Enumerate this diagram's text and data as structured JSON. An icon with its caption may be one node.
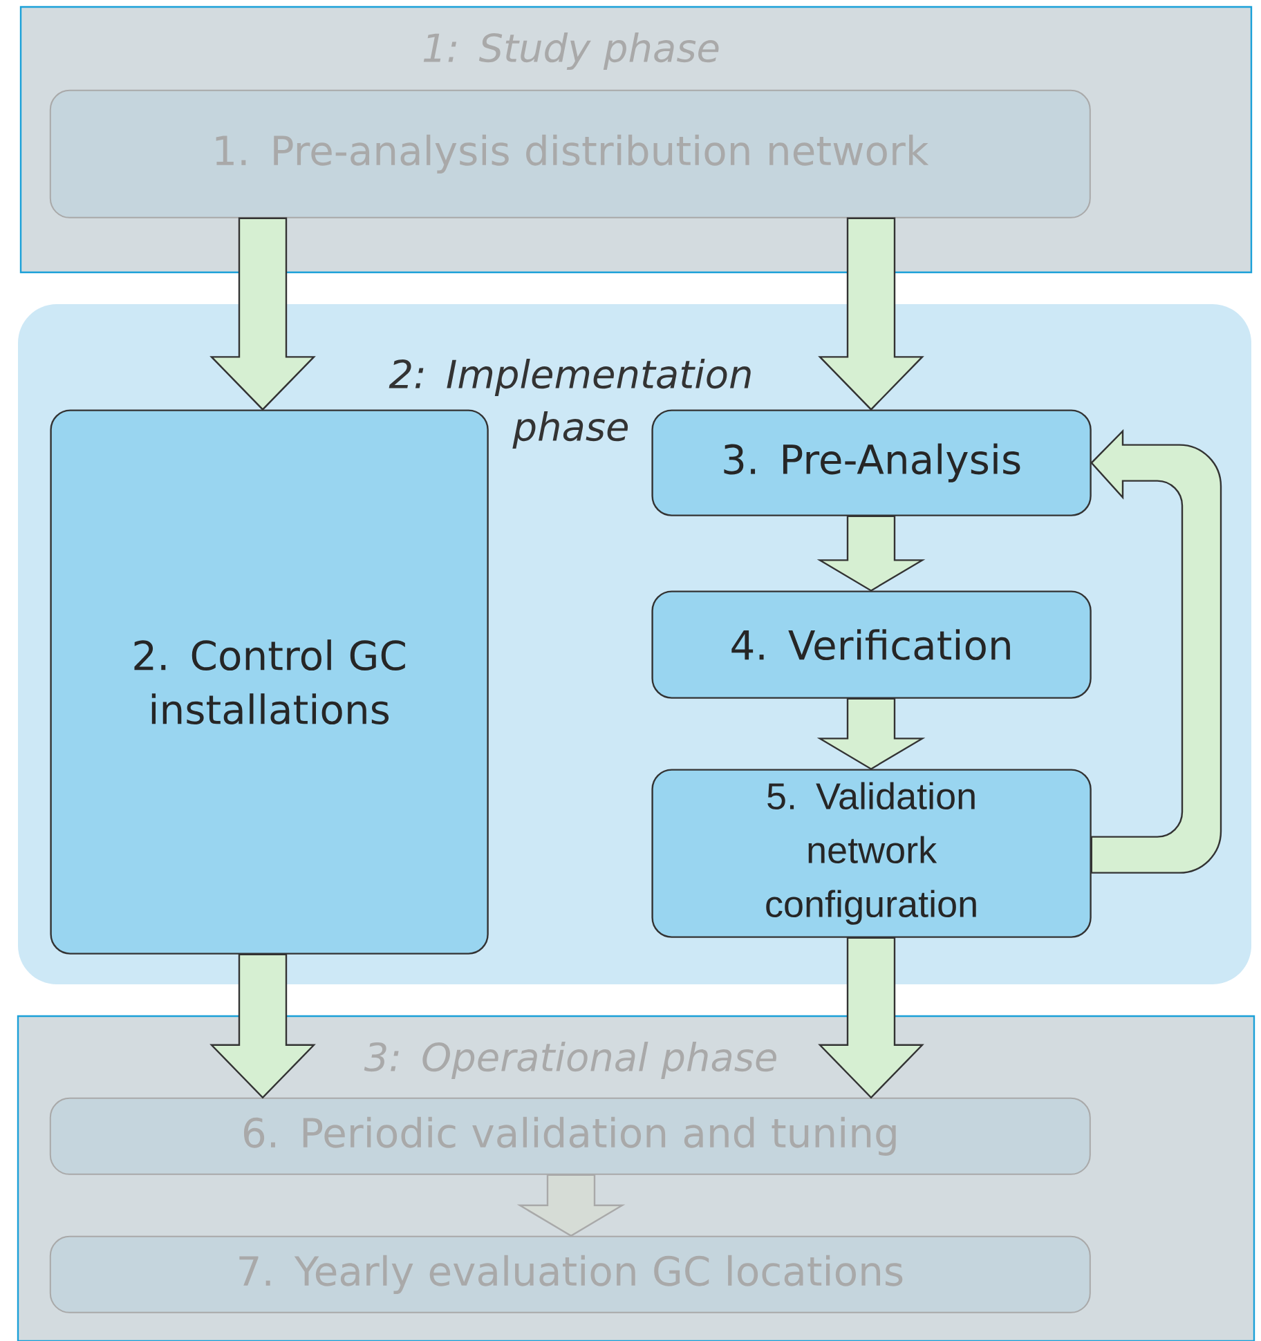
{
  "diagram": {
    "nodes": [
      {
        "text": [
          "1: Study phase"
        ]
      },
      {
        "text": [
          "1.   Pre-analysis distribution network"
        ],
        "in": 0
      },
      {
        "text": [
          "2: Implementation phase"
        ]
      },
      {
        "text": [
          "2. Control GC installations"
        ],
        "in": 2
      },
      {
        "text": [
          "3. Pre-Analysis"
        ],
        "in": 2
      },
      {
        "text": [
          "4. Verification"
        ],
        "in": 2
      },
      {
        "text": [
          "5. Validation network configuration"
        ],
        "in": 2
      },
      {
        "text": [
          "3: Operational phase"
        ]
      },
      {
        "text": [
          "6. Periodic validation and tuning"
        ],
        "in": 7
      },
      {
        "text": [
          "7. Yearly evaluation GC locations"
        ],
        "in": 7
      }
    ],
    "edges": [
      {
        "from": 1,
        "to": 3,
        "arrow": "to"
      },
      {
        "from": 1,
        "to": 4,
        "arrow": "to"
      },
      {
        "from": 4,
        "to": 5,
        "arrow": "to"
      },
      {
        "from": 5,
        "to": 6,
        "arrow": "to"
      },
      {
        "from": 6,
        "to": 4,
        "arrow": "to"
      },
      {
        "from": 3,
        "to": 8,
        "arrow": "to"
      },
      {
        "from": 6,
        "to": 8,
        "arrow": "to"
      },
      {
        "from": 8,
        "to": 9,
        "arrow": "to"
      }
    ]
  }
}
